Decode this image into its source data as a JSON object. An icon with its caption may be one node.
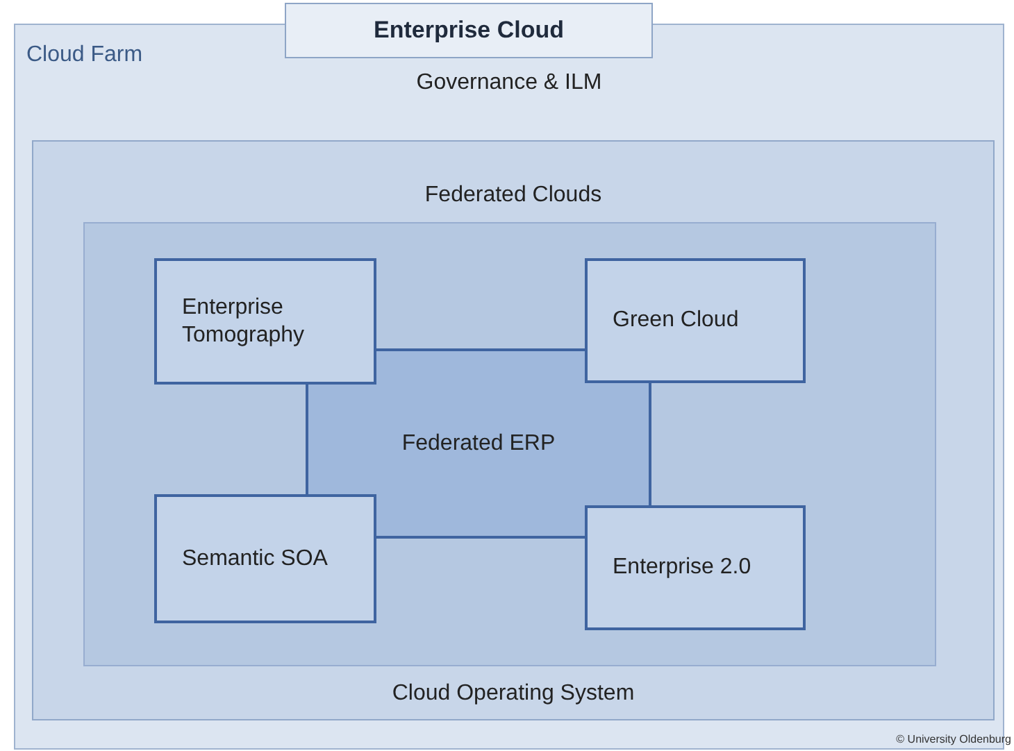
{
  "diagram": {
    "nodes": [
      {
        "text": [
          "Cloud Farm",
          "Governance & ILM"
        ]
      },
      {
        "text": [
          "Enterprise Cloud"
        ]
      },
      {
        "text": [
          "Federated Clouds",
          "Cloud Operating System"
        ],
        "in": 0
      },
      {
        "text": [],
        "shape": "box",
        "in": 2
      },
      {
        "text": [
          "Enterprise Tomography"
        ],
        "in": 3
      },
      {
        "text": [
          "Green Cloud"
        ],
        "in": 3
      },
      {
        "text": [
          "Federated ERP"
        ],
        "in": 3
      },
      {
        "text": [
          "Semantic SOA"
        ],
        "in": 3
      },
      {
        "text": [
          "Enterprise 2.0"
        ],
        "in": 3
      }
    ],
    "labels": [
      "© University Oldenburg"
    ]
  }
}
